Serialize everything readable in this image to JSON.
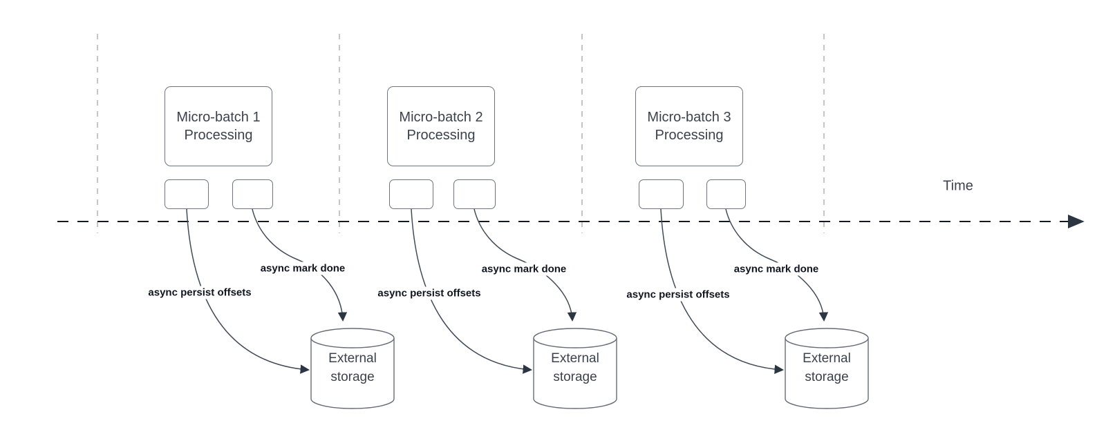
{
  "diagram": {
    "title_semantic": "Micro-batch processing timeline with async persistence to external storage",
    "time_axis_label": "Time",
    "batches": [
      {
        "main_label": "Micro-batch 1 Processing",
        "persist_label": "async persist offsets",
        "mark_label": "async mark done",
        "storage_label": "External storage"
      },
      {
        "main_label": "Micro-batch 2 Processing",
        "persist_label": "async persist offsets",
        "mark_label": "async mark done",
        "storage_label": "External storage"
      },
      {
        "main_label": "Micro-batch 3 Processing",
        "persist_label": "async persist offsets",
        "mark_label": "async mark done",
        "storage_label": "External storage"
      }
    ],
    "colors": {
      "box_border": "#6d7480",
      "box_text": "#3b414d",
      "connector": "#414a57",
      "arrowhead": "#2c3643",
      "timeline": "#15181c",
      "guide_line": "#a9acb0",
      "edge_label_text": "#10151f",
      "background": "#ffffff"
    }
  }
}
